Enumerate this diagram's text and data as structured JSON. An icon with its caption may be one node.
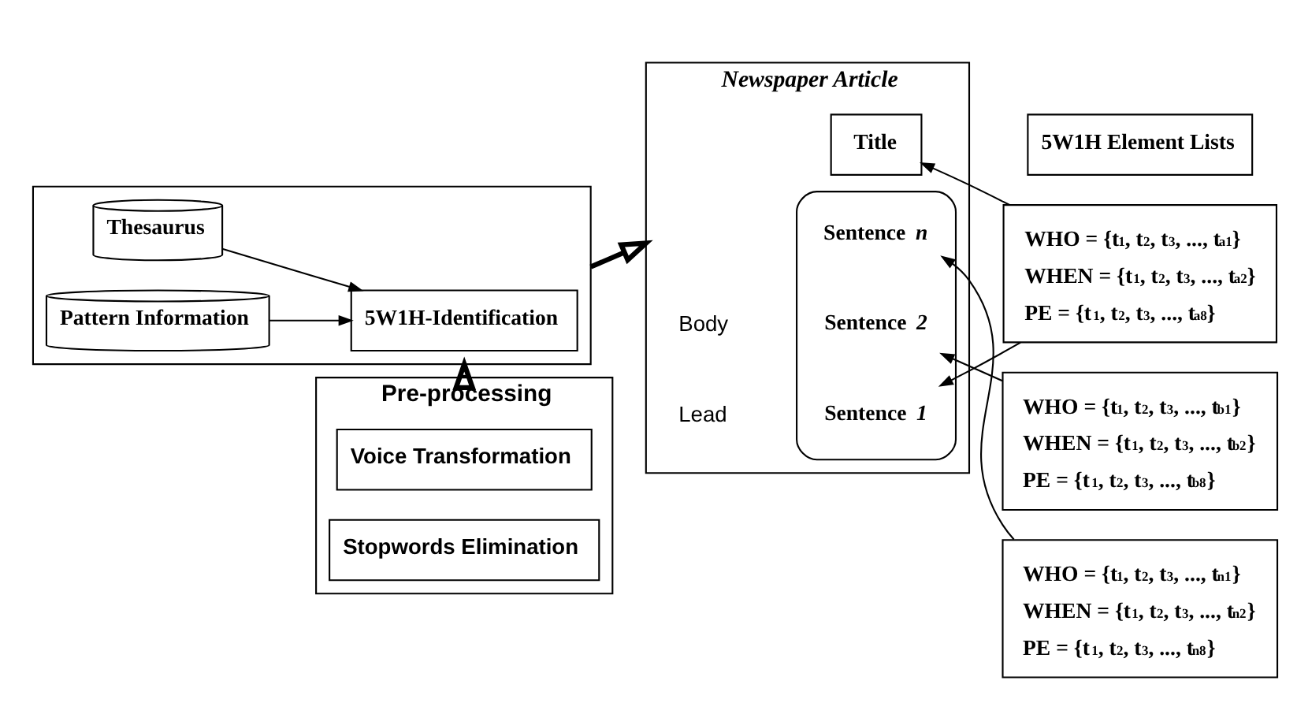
{
  "diagram": {
    "nodes": [
      {
        "text": [
          "Pre-processing"
        ]
      },
      {
        "text": [
          "Voice Transformation"
        ],
        "in": 0
      },
      {
        "text": [
          "Stopwords Elimination"
        ],
        "in": 0
      },
      {
        "text": [],
        "shape": "box"
      },
      {
        "text": [
          "5W1H-Identification"
        ],
        "in": 3
      },
      {
        "text": [
          "Thesaurus"
        ],
        "in": 3
      },
      {
        "text": [
          "Pattern Information"
        ],
        "in": 3
      },
      {
        "text": [
          "Newspaper Article"
        ]
      },
      {
        "text": [
          "Title"
        ],
        "in": 7
      },
      {
        "text": [],
        "shape": "triangle",
        "in": 7
      },
      {
        "text": [
          "Sentence *1*"
        ],
        "in": 9
      },
      {
        "text": [
          "Sentence *2*"
        ],
        "in": 9
      },
      {
        "text": [
          "Sentence *n*"
        ],
        "in": 9
      },
      {
        "text": [
          "5W1H Element Lists"
        ]
      },
      {
        "text": [
          "WHO = {t$_{1}$, t$_{2}$, t$_{3}$, ..., t$_{a1}$}",
          "WHEN = {t$_{1}$, t$_{2}$, t$_{3}$, ..., t$_{a2}$}",
          "PE = {t$_{1}$, t$_{2}$, t$_{3}$, ..., t$_{a8}$}"
        ]
      },
      {
        "text": [
          "WHO = {t$_{1}$, t$_{2}$, t$_{3}$, ..., t$_{b1}$}",
          "WHEN = {t$_{1}$, t$_{2}$, t$_{3}$, ..., t$_{b2}$}",
          "PE = {t$_{1}$, t$_{2}$, t$_{3}$, ..., t$_{b8}$}"
        ]
      },
      {
        "text": [
          "WHO = {t$_{1}$, t$_{2}$, t$_{3}$, ..., t$_{n1}$}",
          "WHEN = {t$_{1}$, t$_{2}$, t$_{3}$, ..., t$_{n2}$}",
          "PE = {t$_{1}$, t$_{2}$, t$_{3}$, ..., t$_{n8}$}"
        ]
      }
    ],
    "edges": [
      {
        "from": 0,
        "to": 3,
        "arrow": "to",
        "style": "thick"
      },
      {
        "from": 3,
        "to": 7,
        "arrow": "to",
        "style": "thick"
      },
      {
        "from": 5,
        "to": 4,
        "arrow": "to"
      },
      {
        "from": 6,
        "to": 4,
        "arrow": "to"
      },
      {
        "from": 14,
        "to": 8,
        "arrow": "to"
      },
      {
        "from": 14,
        "to": 10,
        "arrow": "to"
      },
      {
        "from": 15,
        "to": 11,
        "arrow": "to"
      },
      {
        "from": 16,
        "to": 12,
        "arrow": "to"
      }
    ],
    "labels": [
      "Lead",
      "Body"
    ]
  }
}
